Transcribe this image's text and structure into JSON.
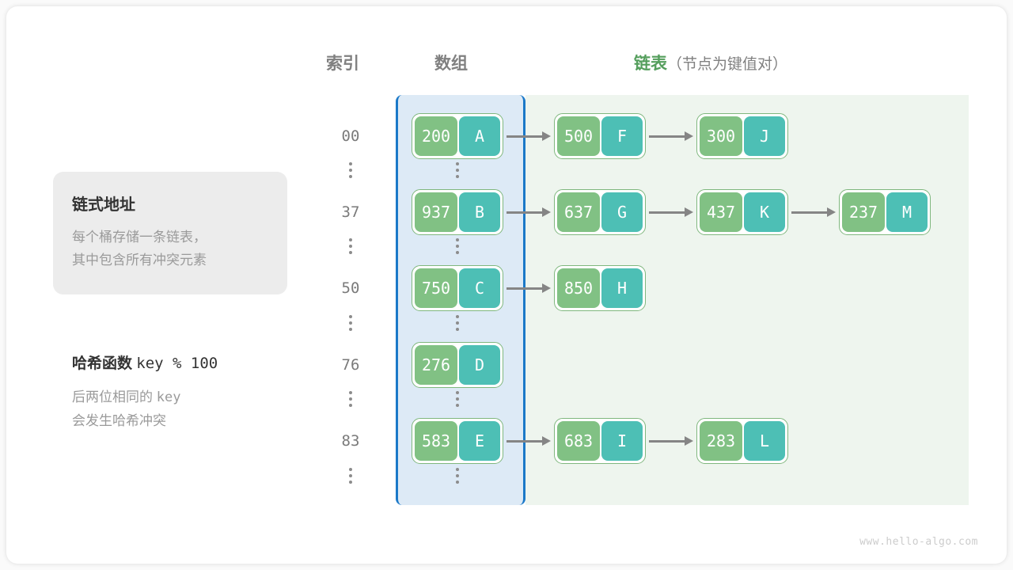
{
  "headers": {
    "index": "索引",
    "array": "数组",
    "list_main": "链表",
    "list_sub": "（节点为键值对）"
  },
  "info_card": {
    "title": "链式地址",
    "line1": "每个桶存储一条链表，",
    "line2": "其中包含所有冲突元素"
  },
  "hash_note": {
    "title": "哈希函数",
    "formula": "key % 100",
    "line1_pre": "后两位相同的",
    "line1_code": "key",
    "line2": "会发生哈希冲突"
  },
  "footer": "www.hello-algo.com",
  "colors": {
    "key_cell": "#81c184",
    "value_cell": "#4dbfb5",
    "node_border": "#7fb77e",
    "array_panel_bg": "#ddeaf6",
    "array_panel_border": "#1b79c8",
    "list_panel_bg": "#eef5ee",
    "arrow": "#858585",
    "accent_green_text": "#549e5c"
  },
  "buckets": [
    {
      "index": "00",
      "nodes": [
        {
          "key": "200",
          "value": "A"
        },
        {
          "key": "500",
          "value": "F"
        },
        {
          "key": "300",
          "value": "J"
        }
      ]
    },
    {
      "index": "37",
      "nodes": [
        {
          "key": "937",
          "value": "B"
        },
        {
          "key": "637",
          "value": "G"
        },
        {
          "key": "437",
          "value": "K"
        },
        {
          "key": "237",
          "value": "M"
        }
      ]
    },
    {
      "index": "50",
      "nodes": [
        {
          "key": "750",
          "value": "C"
        },
        {
          "key": "850",
          "value": "H"
        }
      ]
    },
    {
      "index": "76",
      "nodes": [
        {
          "key": "276",
          "value": "D"
        }
      ]
    },
    {
      "index": "83",
      "nodes": [
        {
          "key": "583",
          "value": "E"
        },
        {
          "key": "683",
          "value": "I"
        },
        {
          "key": "283",
          "value": "L"
        }
      ]
    }
  ]
}
